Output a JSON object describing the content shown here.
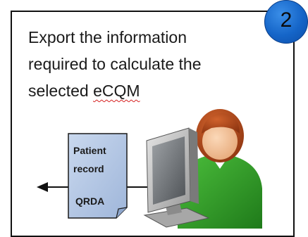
{
  "step": {
    "number": "2",
    "color": "#1565c8"
  },
  "caption": {
    "line1": "Export the information",
    "line2": "required to calculate the",
    "line3_prefix": "selected ",
    "line3_term": "eCQM"
  },
  "document": {
    "line1": "Patient",
    "line2": "record",
    "line3": "QRDA",
    "fill": "#b8cbe6"
  },
  "icons": {
    "arrow": "arrow-left-icon",
    "computer": "computer-monitor-icon",
    "user": "user-person-icon"
  }
}
